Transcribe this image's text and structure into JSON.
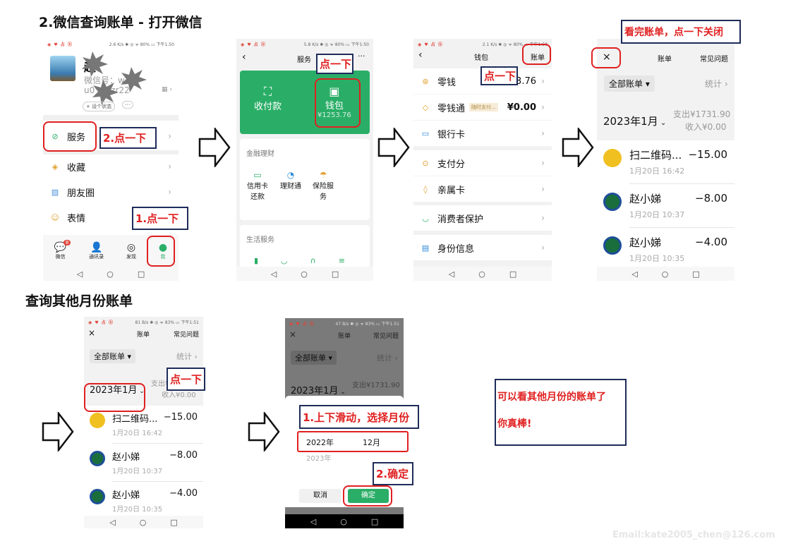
{
  "headings": {
    "main": "2.微信查询账单 - 打开微信",
    "other_months": "查询其他月份账单"
  },
  "status_bars": {
    "p1": "2.6 K/s ✱ ◎ ᯤ 80% ▭ 下午1:50",
    "p2": "5.8 K/s ✱ ◎ ᯤ 80% ▭ 下午1:50",
    "p3": "2.1 K/s ✱ ◎ ᯤ 80% ▭ 下午1:50",
    "p5": "81 B/s ✱ ◎ ᯤ 83% ▭ 下午1:51",
    "p6": "47 B/s ✱ ◎ ᯤ 83% ▭ 下午1:51"
  },
  "phone1": {
    "name": "赵",
    "wechat_id_label": "微信号：w",
    "wechat_id_tail": "u0",
    "wechat_id_mid": "0zr2",
    "wechat_id_end": "2",
    "status_button": "+ 设个状态",
    "more": "···",
    "menu": [
      "服务",
      "收藏",
      "朋友圈",
      "表情"
    ],
    "tabs": [
      "微信",
      "通讯录",
      "发现",
      "我"
    ],
    "badge": "8"
  },
  "phone2": {
    "title": "服务",
    "more": "···",
    "pay": "收付款",
    "wallet": "钱包",
    "wallet_amount": "¥1253.76",
    "finance_title": "金融理财",
    "finance_items": [
      "信用卡\n还款",
      "理财通",
      "保险服\n务"
    ],
    "life_title": "生活服务"
  },
  "phone3": {
    "title": "钱包",
    "bill_button": "账单",
    "rows": [
      {
        "label": "零钱",
        "value": "3.76"
      },
      {
        "label": "零钱通",
        "tag": "随时支付...",
        "value": "¥0.00"
      },
      {
        "label": "银行卡",
        "value": ""
      },
      {
        "label": "支付分",
        "value": ""
      },
      {
        "label": "亲属卡",
        "value": ""
      },
      {
        "label": "消费者保护",
        "value": ""
      },
      {
        "label": "身份信息",
        "value": ""
      }
    ]
  },
  "bill": {
    "close": "×",
    "title": "账单",
    "faq": "常见问题",
    "filter": "全部账单",
    "stats": "统计",
    "month": "2023年1月",
    "expense": "支出¥1731.90",
    "income": "收入¥0.00",
    "items": [
      {
        "name": "扫二维码...",
        "date": "1月20日 16:42",
        "amount": "−15.00"
      },
      {
        "name": "赵小娣",
        "date": "1月20日 10:37",
        "amount": "−8.00"
      },
      {
        "name": "赵小娣",
        "date": "1月20日 10:35",
        "amount": "−4.00"
      }
    ]
  },
  "phone6": {
    "year1": "2022年",
    "month1": "12月",
    "year2": "2023年",
    "cancel": "取消",
    "confirm": "确定"
  },
  "callouts": {
    "c_tap_me": "1.点一下",
    "c_service": "2.点一下",
    "c_tap": "点一下",
    "c_close": "看完账单，点一下关闭",
    "c_slide": "1.上下滑动，选择月份",
    "c_confirm": "2.确定",
    "c_done_1": "可以看其他月份的账单了",
    "c_done_2": "你真棒!"
  },
  "navbar": {
    "back": "◁",
    "home": "○",
    "recent": "□"
  },
  "watermark": "Email:kate2005_chen@126.com",
  "colors": {
    "wechat_green": "#2aae67",
    "callout_red": "#e02020",
    "callout_border": "#1e2c5a"
  }
}
